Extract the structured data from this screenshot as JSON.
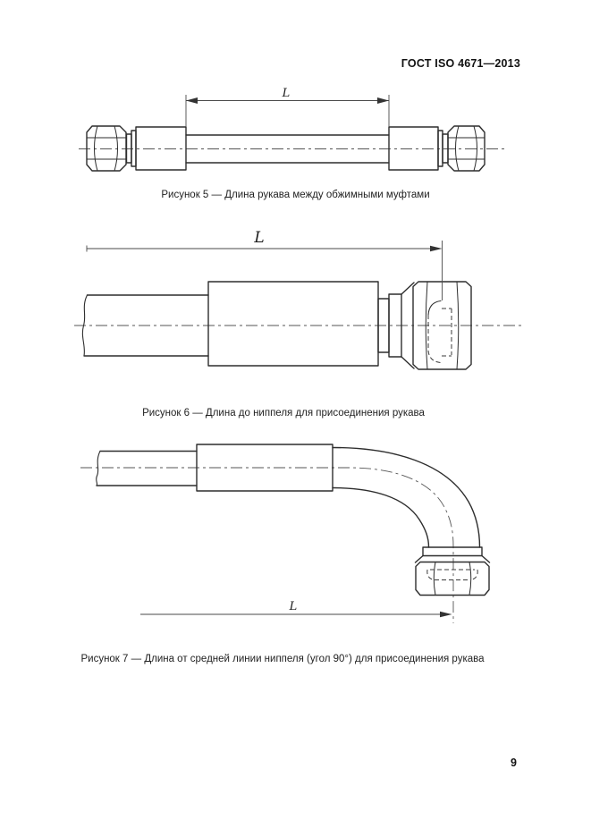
{
  "document": {
    "code": "ГОСТ ISO 4671—2013",
    "page_number": "9"
  },
  "figures": [
    {
      "number": "5",
      "dimension_label": "L",
      "caption": "Рисунок 5 — Длина рукава между обжимными муфтами",
      "depicts": "hose with crimped couplings and nuts on both ends, length L measured between crimped ferrules"
    },
    {
      "number": "6",
      "dimension_label": "L",
      "caption": "Рисунок 6 — Длина до ниппеля для присоединения рукава",
      "depicts": "hose end with crimped ferrule and straight nut, length L measured from hose break to nipple sealing face"
    },
    {
      "number": "7",
      "dimension_label": "L",
      "caption": "Рисунок 7 — Длина от средней линии ниппеля (угол 90°) для присоединения рукава",
      "depicts": "hose with ferrule and 90-degree elbow ending in a nut, length L measured to the nipple centre line"
    }
  ]
}
